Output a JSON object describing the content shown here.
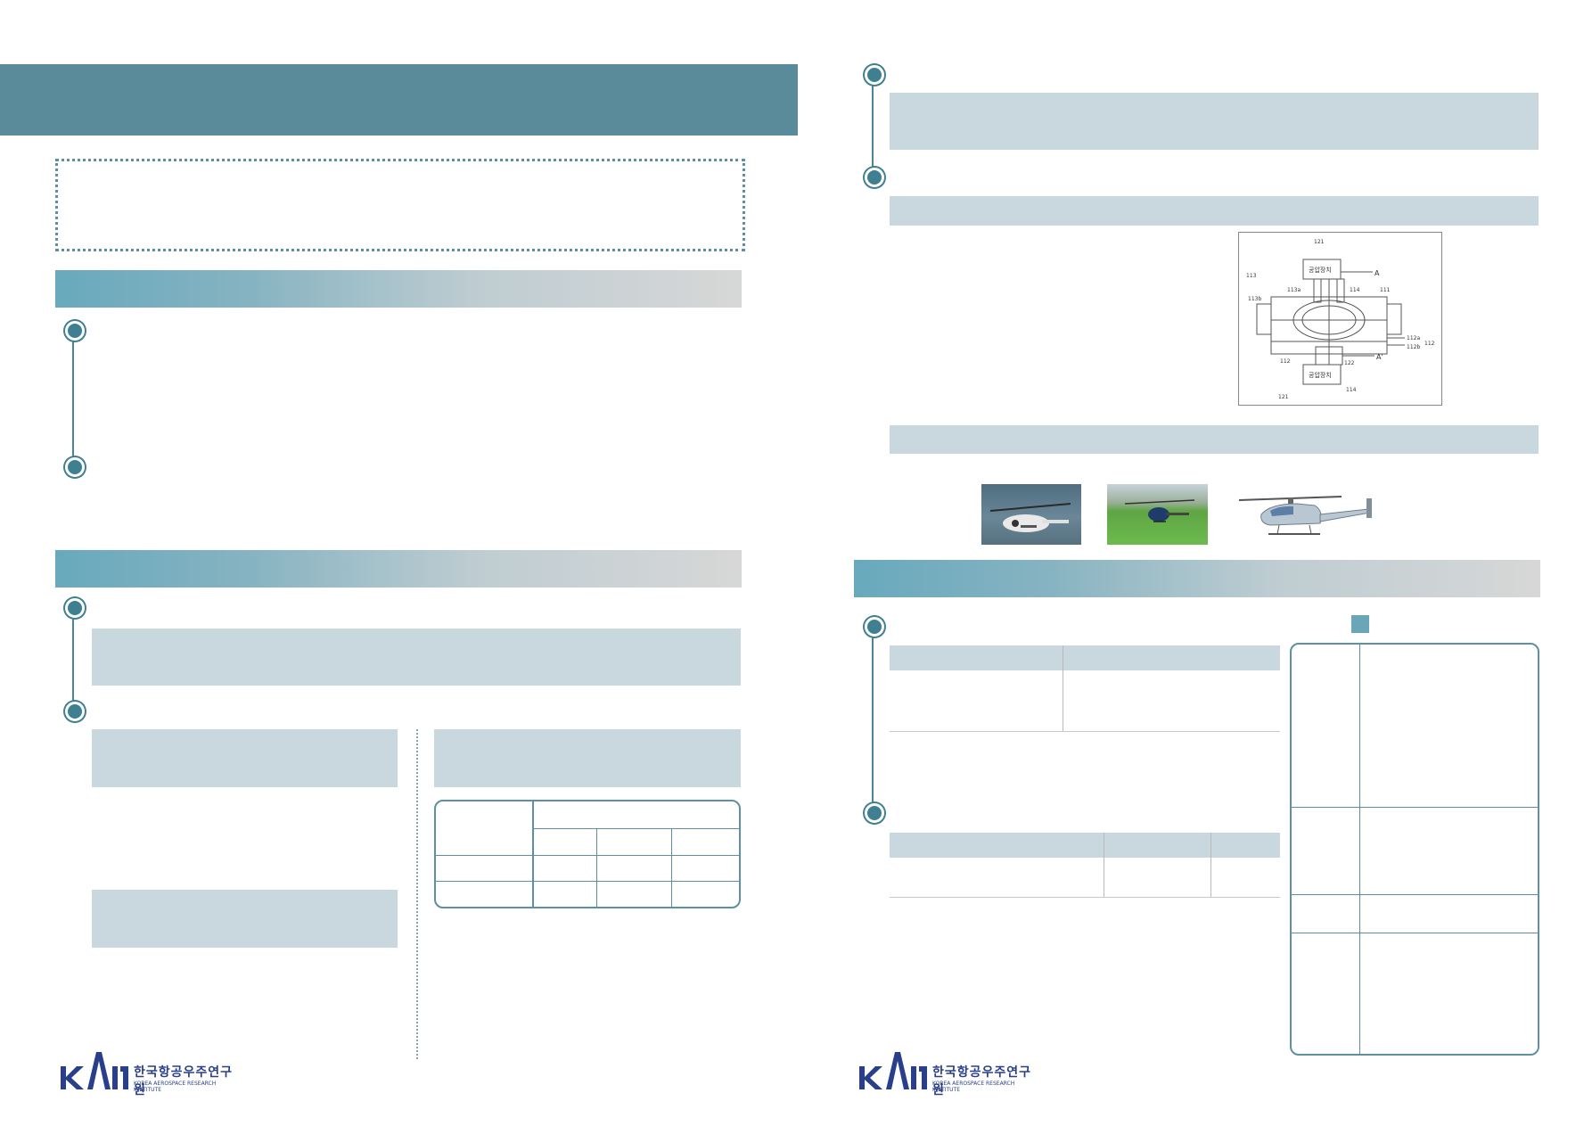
{
  "logo": {
    "mark": "KARI",
    "name_ko": "한국항공우주연구원",
    "name_en": "KOREA AEROSPACE RESEARCH INSTITUTE"
  },
  "diagram": {
    "label_top": "121",
    "box_top": "공압장치",
    "box_bottom": "공압장치",
    "labels": [
      "113",
      "113a",
      "113b",
      "114",
      "111",
      "A",
      "A'",
      "112a",
      "112b",
      "112",
      "112",
      "122",
      "114",
      "121"
    ]
  },
  "colors": {
    "band": "#5a8b9b",
    "accent": "#3f7f92",
    "box": "#c9d8df"
  }
}
